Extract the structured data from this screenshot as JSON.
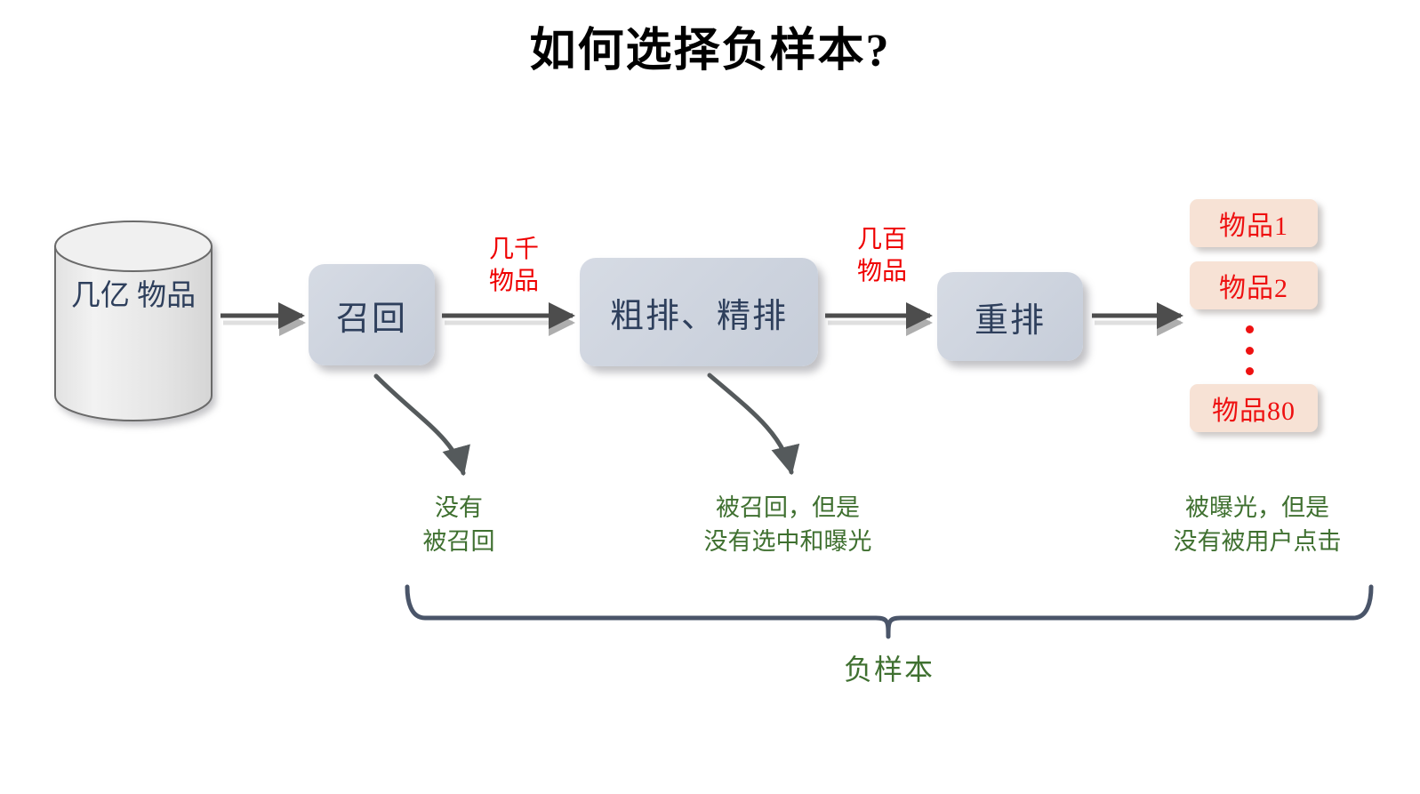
{
  "title": "如何选择负样本?",
  "source": {
    "icon": "database-cylinder-icon",
    "label": "几亿\n物品"
  },
  "stages": [
    {
      "id": "recall",
      "label": "召回"
    },
    {
      "id": "ranking",
      "label": "粗排、精排"
    },
    {
      "id": "rerank",
      "label": "重排"
    }
  ],
  "flow_labels": [
    {
      "id": "after-recall",
      "label": "几千\n物品"
    },
    {
      "id": "after-ranking",
      "label": "几百\n物品"
    }
  ],
  "output_items": {
    "first": "物品1",
    "second": "物品2",
    "ellipsis": "⋮",
    "last": "物品80"
  },
  "notes": [
    {
      "id": "not-recalled",
      "label": "没有\n被召回"
    },
    {
      "id": "recalled-not-exposed",
      "label": "被召回，但是\n没有选中和曝光"
    },
    {
      "id": "exposed-not-clicked",
      "label": "被曝光，但是\n没有被用户点击"
    }
  ],
  "brace": {
    "label": "负样本"
  },
  "colors": {
    "title_text": "#000000",
    "stage_box_fill": "#ccd2dd",
    "stage_box_text": "#2e3f5c",
    "flow_label_text": "#ef0000",
    "item_chip_fill": "#f7e2d5",
    "item_chip_text": "#ee1111",
    "note_text": "#3f7030",
    "arrow_stroke": "#4d4d4d",
    "brace_stroke": "#4a5569",
    "cylinder_fill": "#eaeaea"
  }
}
